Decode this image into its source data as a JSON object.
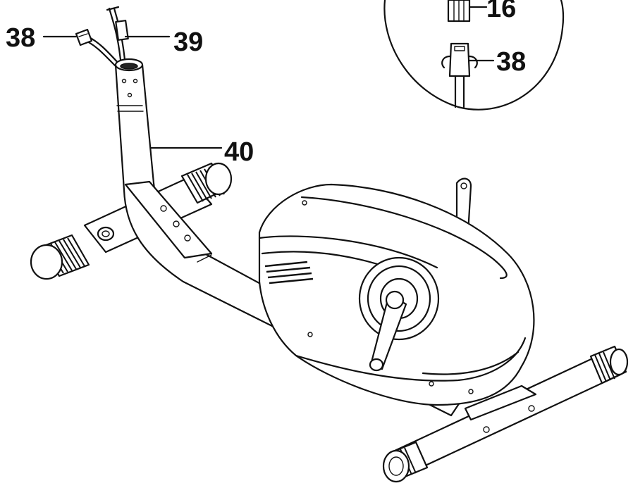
{
  "callouts": {
    "part_38_left": "38",
    "part_39": "39",
    "part_40": "40",
    "part_16_inset": "16",
    "part_38_inset": "38"
  }
}
